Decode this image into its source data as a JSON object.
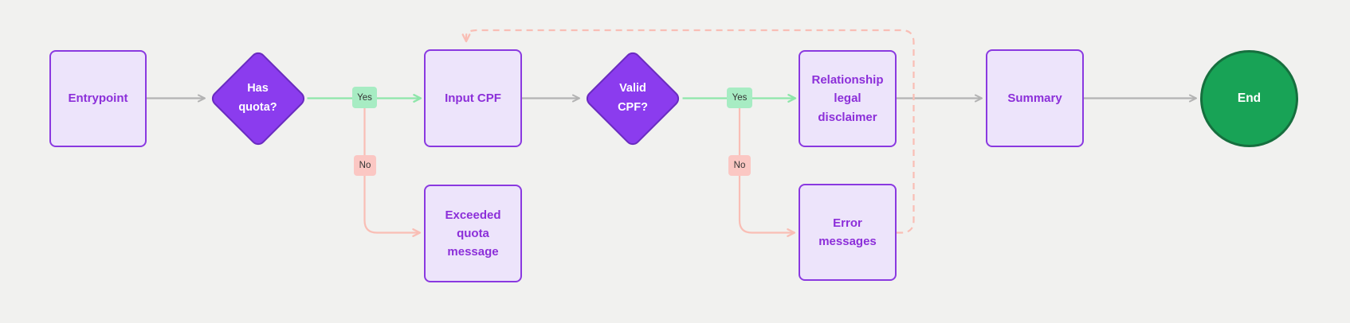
{
  "canvas": {
    "description": "Flowchart canvas"
  },
  "colors": {
    "background": "#f1f1ef",
    "node_fill": "#ede4fb",
    "node_border": "#8a39e0",
    "node_text": "#8c2fd9",
    "decision_fill": "#8b3cee",
    "decision_border": "#6a2bc0",
    "decision_text": "#ffffff",
    "end_fill": "#18a356",
    "end_border": "#166f3e",
    "end_text": "#ffffff",
    "edge_gray": "#b3b3b3",
    "edge_green": "#8ee6aa",
    "edge_pink": "#f9beb5",
    "badge_yes_bg": "#a7ecc3",
    "badge_no_bg": "#fbc7c3",
    "badge_text": "#333333"
  },
  "nodes": {
    "entrypoint": {
      "label": "Entrypoint",
      "type": "process"
    },
    "has_quota": {
      "label": "Has quota?",
      "type": "decision"
    },
    "input_cpf": {
      "label": "Input CPF",
      "type": "process"
    },
    "exceeded_quota": {
      "label": "Exceeded quota message",
      "type": "process"
    },
    "valid_cpf": {
      "label": "Valid CPF?",
      "type": "decision"
    },
    "relationship_disclaimer": {
      "label": "Relationship legal disclaimer",
      "type": "process"
    },
    "error_messages": {
      "label": "Error messages",
      "type": "process"
    },
    "summary": {
      "label": "Summary",
      "type": "process"
    },
    "end": {
      "label": "End",
      "type": "terminal"
    }
  },
  "edge_labels": {
    "has_quota_yes": "Yes",
    "has_quota_no": "No",
    "valid_cpf_yes": "Yes",
    "valid_cpf_no": "No"
  }
}
